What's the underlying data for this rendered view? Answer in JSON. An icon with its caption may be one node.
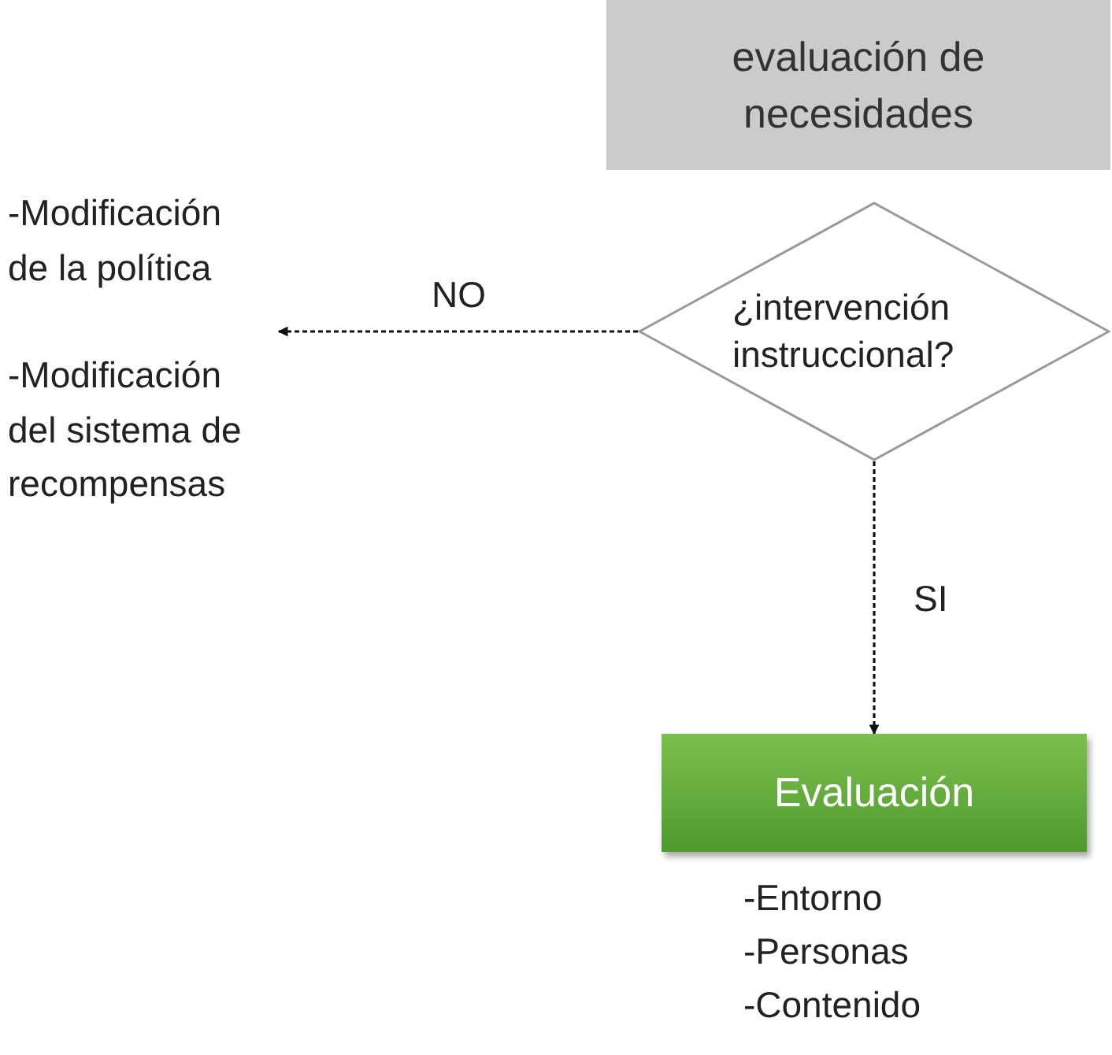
{
  "diagram": {
    "nodes": [
      {
        "text": [
          "evaluación de necesidades"
        ]
      },
      {
        "text": [
          "¿intervención instruccional?"
        ]
      },
      {
        "text": [
          "-Modificación de la política",
          "-Modificación del sistema de recompensas"
        ]
      },
      {
        "text": [
          "Evaluación"
        ],
        "beside": [
          "-Entorno",
          "-Personas",
          "-Contenido"
        ]
      }
    ],
    "edges": [
      {
        "from": 1,
        "to": 2,
        "arrow": "to",
        "label": "NO",
        "style": "dashed"
      },
      {
        "from": 1,
        "to": 3,
        "arrow": "to",
        "label": "SI",
        "style": "dashed"
      }
    ]
  }
}
